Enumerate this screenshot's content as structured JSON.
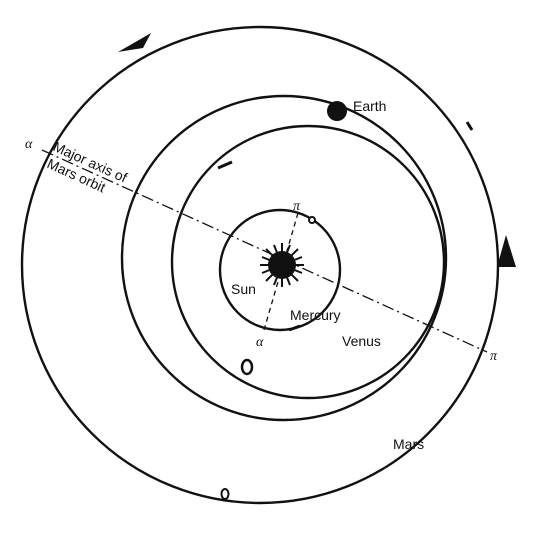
{
  "labels": {
    "earth": "Earth",
    "mercury": "Mercury",
    "venus": "Venus",
    "mars": "Mars",
    "sun": "Sun",
    "major_axis_line1": "Major axis of",
    "major_axis_line2": "Mars orbit",
    "alpha": "α",
    "pi": "π"
  },
  "colors": {
    "ink": "#111111",
    "background": "#ffffff"
  }
}
